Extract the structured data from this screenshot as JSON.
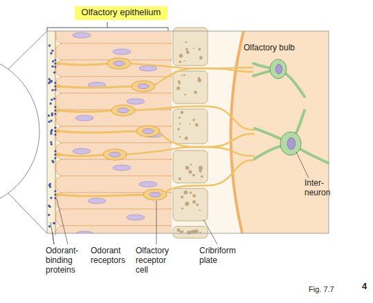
{
  "diagram": {
    "nodes": [
      {
        "text": [
          "Olfactory epithelium"
        ]
      },
      {
        "text": [
          "Olfactory bulb"
        ]
      }
    ],
    "labels": [
      "Inter- neuron",
      "Odorant- binding proteins",
      "Odorant receptors",
      "Olfactory receptor cell",
      "Cribriform plate",
      "Fig. 7.7",
      "4"
    ]
  }
}
